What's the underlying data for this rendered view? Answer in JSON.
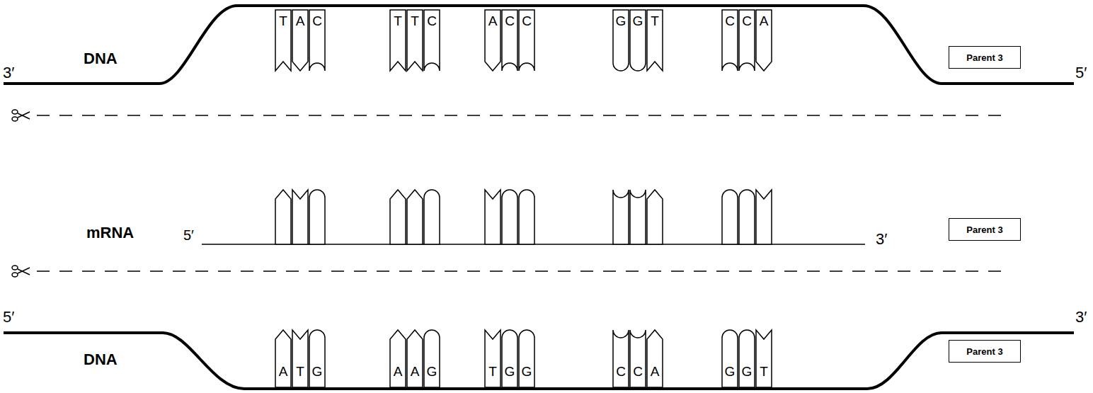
{
  "diagram": {
    "nodes": [
      {
        "text": [
          "T"
        ]
      },
      {
        "text": [
          "A"
        ]
      },
      {
        "text": [
          "C"
        ]
      },
      {
        "text": [
          "T"
        ]
      },
      {
        "text": [
          "T"
        ]
      },
      {
        "text": [
          "C"
        ]
      },
      {
        "text": [
          "A"
        ]
      },
      {
        "text": [
          "C"
        ]
      },
      {
        "text": [
          "C"
        ]
      },
      {
        "text": [
          "G"
        ]
      },
      {
        "text": [
          "G"
        ]
      },
      {
        "text": [
          "T"
        ]
      },
      {
        "text": [
          "C"
        ]
      },
      {
        "text": [
          "C"
        ]
      },
      {
        "text": [
          "A"
        ]
      },
      {
        "text": [
          "Parent 3"
        ]
      },
      {
        "text": [
          "Parent 3"
        ]
      },
      {
        "text": [
          "A"
        ]
      },
      {
        "text": [
          "T"
        ]
      },
      {
        "text": [
          "G"
        ]
      },
      {
        "text": [
          "A"
        ]
      },
      {
        "text": [
          "A"
        ]
      },
      {
        "text": [
          "G"
        ]
      },
      {
        "text": [
          "T"
        ]
      },
      {
        "text": [
          "G"
        ]
      },
      {
        "text": [
          "G"
        ]
      },
      {
        "text": [
          "C"
        ]
      },
      {
        "text": [
          "C"
        ]
      },
      {
        "text": [
          "A"
        ]
      },
      {
        "text": [
          "G"
        ]
      },
      {
        "text": [
          "G"
        ]
      },
      {
        "text": [
          "T"
        ]
      },
      {
        "text": [
          "Parent 3"
        ]
      }
    ],
    "labels": [
      "3′",
      "DNA",
      "5′",
      "mRNA",
      "5′",
      "3′",
      "5′",
      "DNA",
      "3′"
    ]
  }
}
